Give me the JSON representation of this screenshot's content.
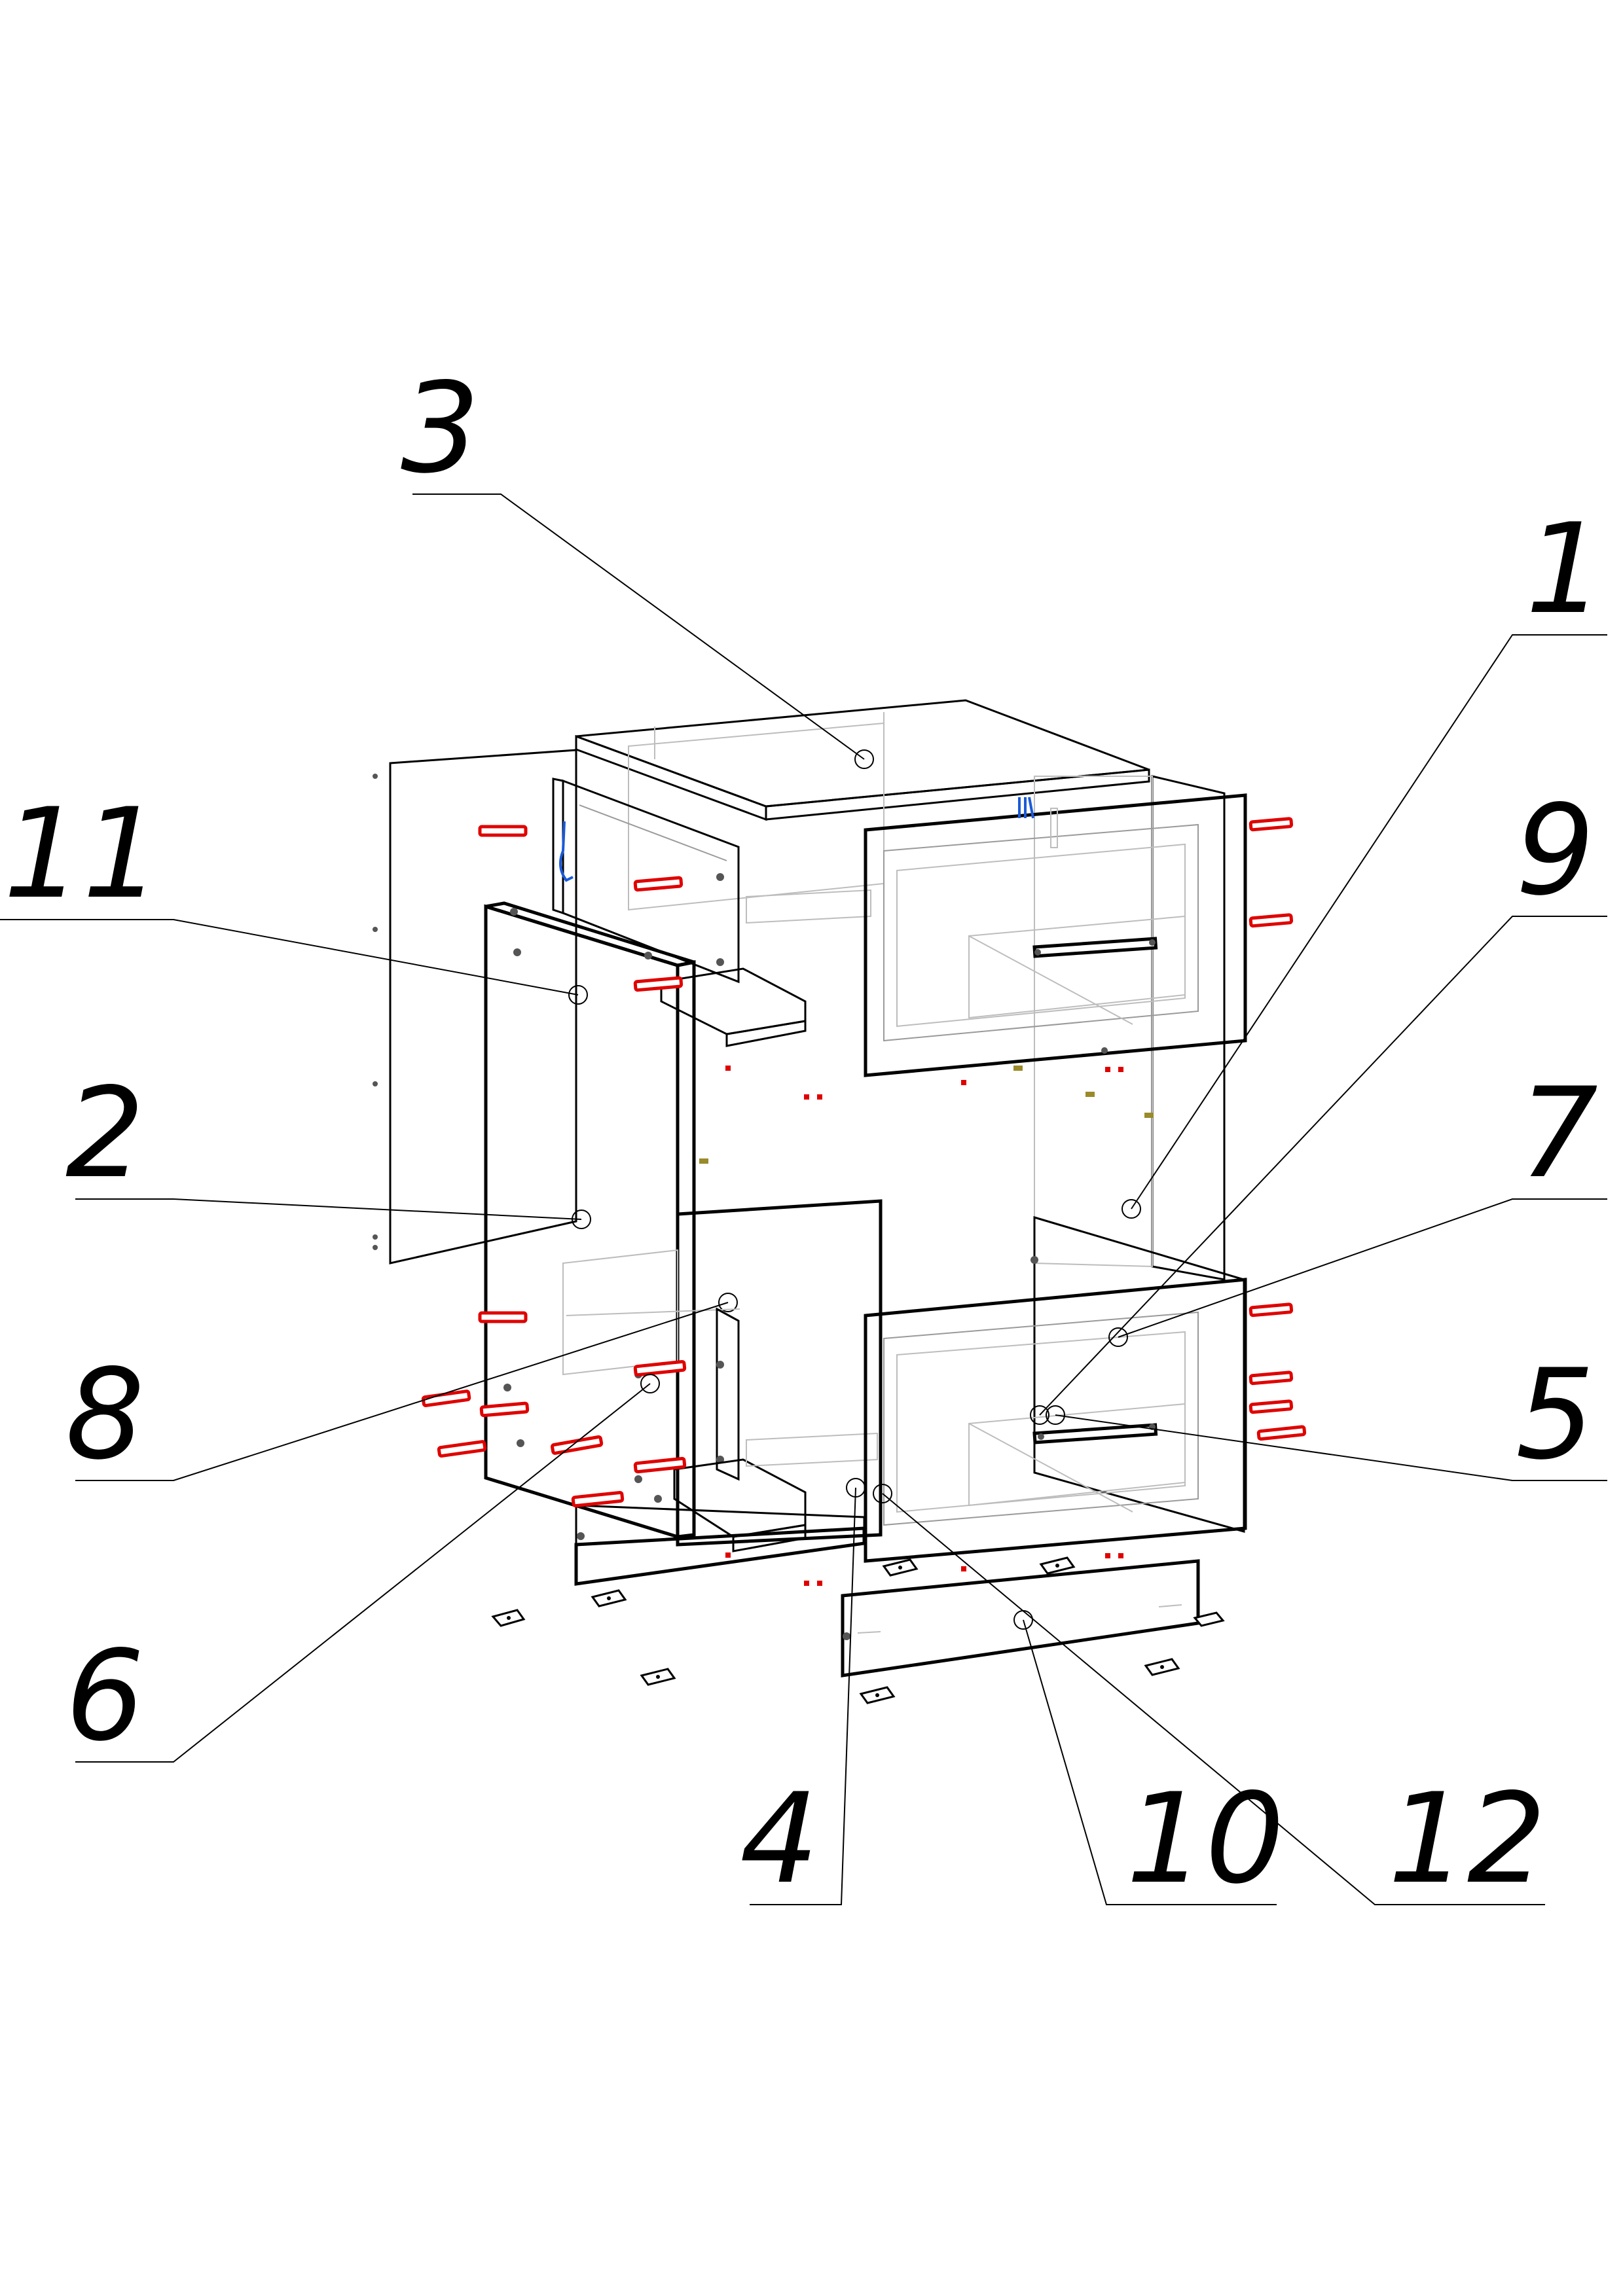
{
  "diagram": {
    "part_labels": [
      {
        "id": "label-3",
        "text": "3"
      },
      {
        "id": "label-1",
        "text": "1"
      },
      {
        "id": "label-11",
        "text": "11"
      },
      {
        "id": "label-9",
        "text": "9"
      },
      {
        "id": "label-2",
        "text": "2"
      },
      {
        "id": "label-7",
        "text": "7"
      },
      {
        "id": "label-8",
        "text": "8"
      },
      {
        "id": "label-5",
        "text": "5"
      },
      {
        "id": "label-6",
        "text": "6"
      },
      {
        "id": "label-4",
        "text": "4"
      },
      {
        "id": "label-10",
        "text": "10"
      },
      {
        "id": "label-12",
        "text": "12"
      }
    ],
    "colors": {
      "fastener": "#e00000",
      "hinge": "#1a5ad8",
      "glue": "#9a8a2a",
      "outline": "#000000",
      "hidden_edges": "#bdbdbd"
    }
  }
}
